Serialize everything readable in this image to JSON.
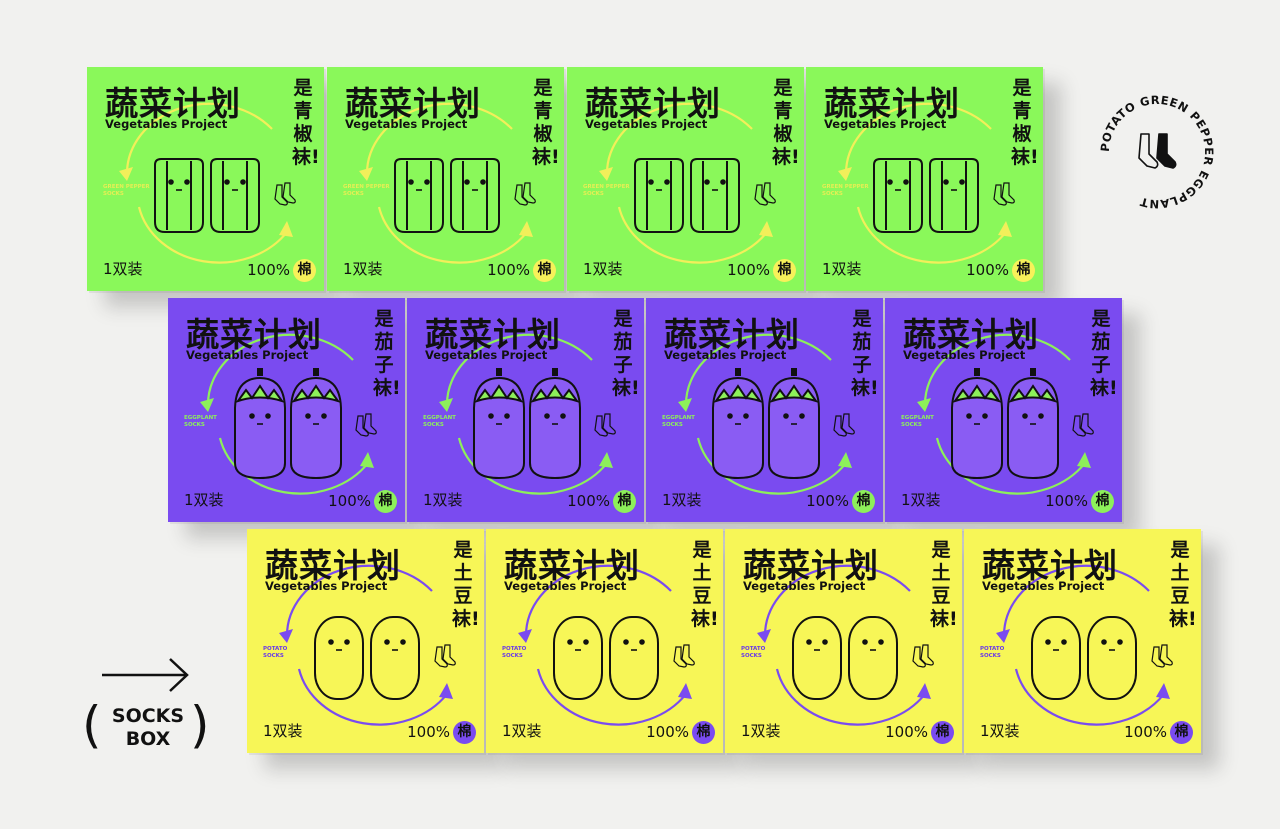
{
  "brand": {
    "title": "蔬菜计划",
    "subtitle": "Vegetables Project",
    "pack": "1双装",
    "percent": "100%",
    "material": "棉"
  },
  "rows": [
    {
      "variant": "green",
      "vertical": "是青椒袜!",
      "small_line1": "GREEN PEPPER",
      "small_line2": "SOCKS",
      "colors": {
        "bg": "#8af85a",
        "arrow": "#f2ef5a",
        "face": "#8af85a"
      },
      "icon": "green-pepper-icon"
    },
    {
      "variant": "purple",
      "vertical": "是茄子袜!",
      "small_line1": "EGGPLANT",
      "small_line2": "SOCKS",
      "colors": {
        "bg": "#7a4bf0",
        "arrow": "#8df05a",
        "face": "#8a5cf3"
      },
      "icon": "eggplant-icon"
    },
    {
      "variant": "yellow",
      "vertical": "是土豆袜!",
      "small_line1": "POTATO",
      "small_line2": "SOCKS",
      "colors": {
        "bg": "#f7f657",
        "arrow": "#7a4bf0",
        "face": "#f7f657"
      },
      "icon": "potato-icon"
    }
  ],
  "badge": {
    "ring_text": "POTATO GREEN PEPPER EGGPLANT "
  },
  "tag": {
    "line1": "SOCKS",
    "line2": "BOX"
  }
}
